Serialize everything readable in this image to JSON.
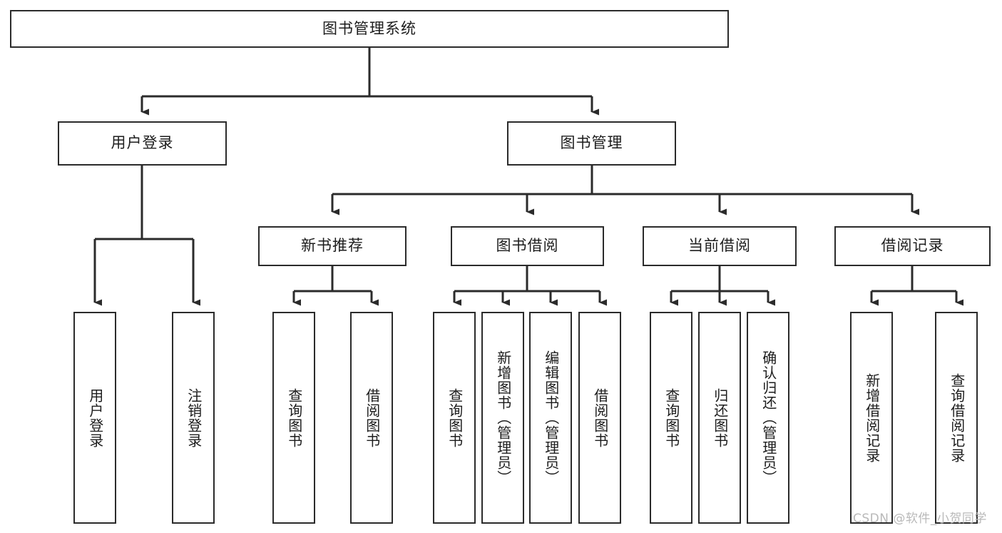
{
  "diagram": {
    "type": "tree",
    "title": "图书管理系统",
    "orientation": "top-down",
    "colors": {
      "box_border": "#2b2b2b",
      "box_fill": "#ffffff",
      "connector": "#2b2b2b",
      "text": "#1c1c1c",
      "watermark": "#b9b9b9"
    },
    "root": {
      "label": "图书管理系统"
    },
    "level2": [
      {
        "label": "用户登录"
      },
      {
        "label": "图书管理"
      }
    ],
    "level3": [
      {
        "label": "新书推荐"
      },
      {
        "label": "图书借阅"
      },
      {
        "label": "当前借阅"
      },
      {
        "label": "借阅记录"
      }
    ],
    "leaves": [
      {
        "label": "用户登录",
        "parent": "用户登录"
      },
      {
        "label": "注销登录",
        "parent": "用户登录"
      },
      {
        "label": "查询图书",
        "parent": "新书推荐"
      },
      {
        "label": "借阅图书",
        "parent": "新书推荐"
      },
      {
        "label": "查询图书",
        "parent": "图书借阅"
      },
      {
        "label": "新增图书（管理员）",
        "parent": "图书借阅"
      },
      {
        "label": "编辑图书（管理员）",
        "parent": "图书借阅"
      },
      {
        "label": "借阅图书",
        "parent": "图书借阅"
      },
      {
        "label": "查询图书",
        "parent": "当前借阅"
      },
      {
        "label": "归还图书",
        "parent": "当前借阅"
      },
      {
        "label": "确认归还（管理员）",
        "parent": "当前借阅"
      },
      {
        "label": "新增借阅记录",
        "parent": "借阅记录"
      },
      {
        "label": "查询借阅记录",
        "parent": "借阅记录"
      }
    ]
  },
  "watermark": {
    "text": "CSDN @软件_小贺同学"
  }
}
